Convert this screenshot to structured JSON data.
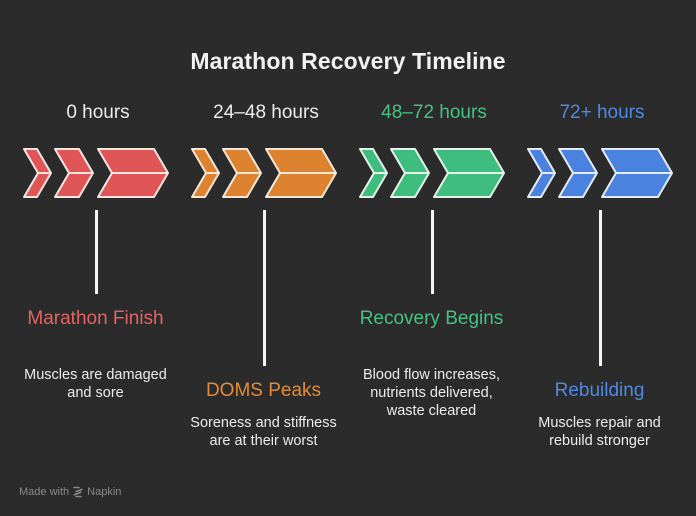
{
  "title": "Marathon Recovery Timeline",
  "stages": [
    {
      "time": "0 hours",
      "heading": "Marathon Finish",
      "description": "Muscles are damaged and sore",
      "color": "#e05656",
      "heading_color": "#e36464",
      "time_color": "#ececec"
    },
    {
      "time": "24–48 hours",
      "heading": "DOMS Peaks",
      "description": "Soreness and stiffness are at their worst",
      "color": "#dd8330",
      "heading_color": "#e38b3a",
      "time_color": "#ececec"
    },
    {
      "time": "48–72 hours",
      "heading": "Recovery Begins",
      "description": "Blood flow increases, nutrients delivered, waste cleared",
      "color": "#3ebd7e",
      "heading_color": "#45c283",
      "time_color": "#45c283"
    },
    {
      "time": "72+ hours",
      "heading": "Rebuilding",
      "description": "Muscles repair and rebuild stronger",
      "color": "#4a82e0",
      "heading_color": "#5088e3",
      "time_color": "#5088e3"
    }
  ],
  "footer": {
    "label": "Made with",
    "brand": "Napkin",
    "icon": "napkin-logo-icon"
  }
}
